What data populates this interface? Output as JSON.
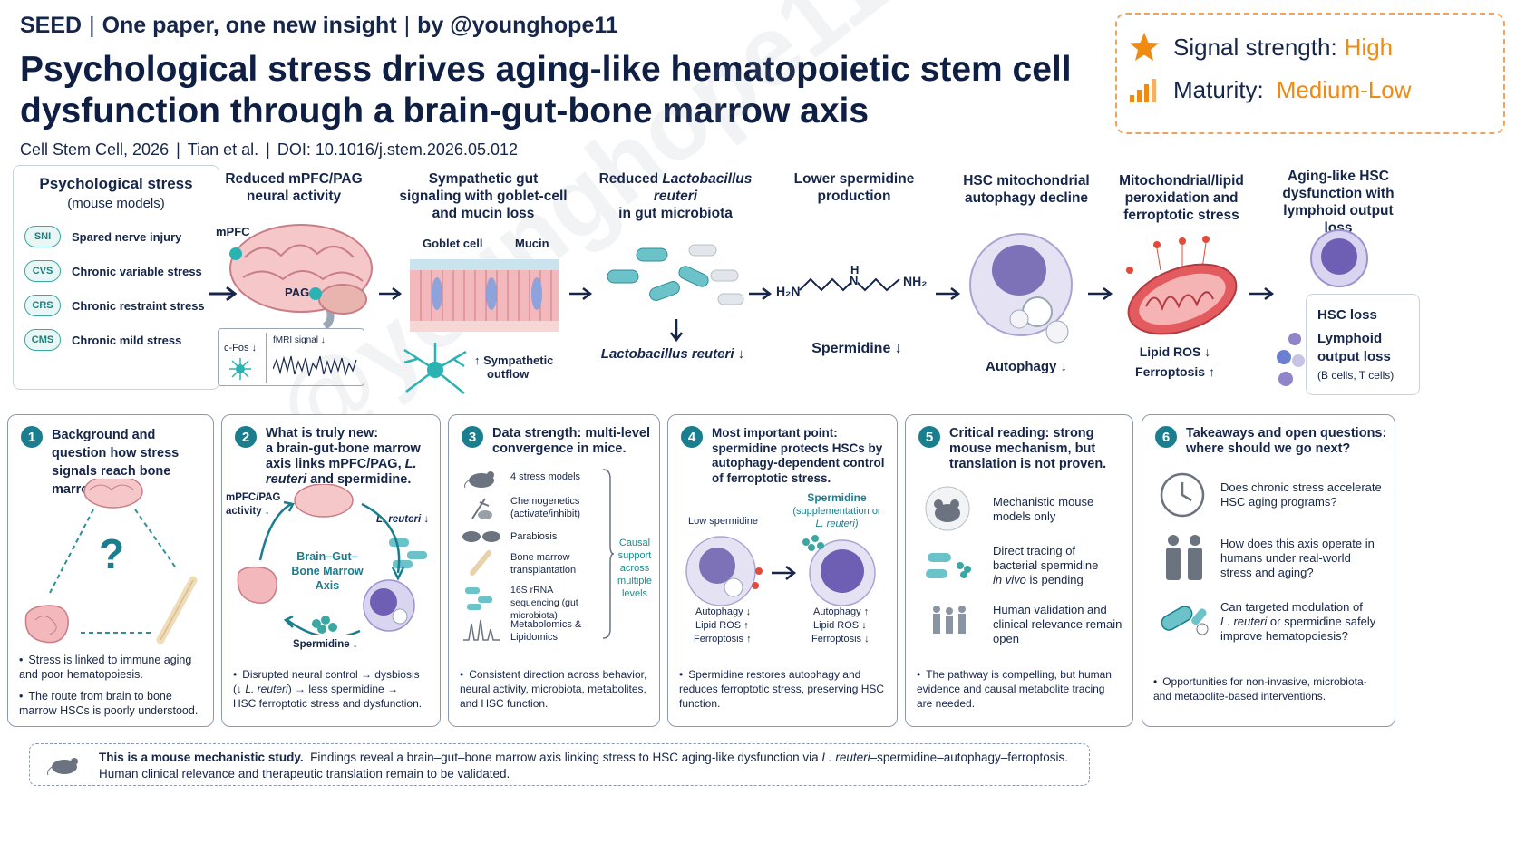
{
  "header": {
    "brand": "SEED",
    "tagline": "One paper, one new insight",
    "author": "by @younghope11",
    "title": "Psychological stress drives aging-like hematopoietic stem cell dysfunction through a brain-gut-bone marrow axis",
    "journal": "Cell Stem Cell, 2026",
    "authors": "Tian et al.",
    "doi": "DOI:  10.1016/j.stem.2026.05.012"
  },
  "signal": {
    "strength_label": "Signal strength:",
    "strength_value": "High",
    "maturity_label": "Maturity:",
    "maturity_value": "Medium-Low",
    "colors": {
      "accent": "#ef8a12",
      "border": "#f1a35d"
    }
  },
  "watermark": "@younghope11",
  "pathway": {
    "stress": {
      "title": "Psychological stress",
      "subtitle": "(mouse models)",
      "models": [
        {
          "code": "SNI",
          "label": "Spared nerve injury"
        },
        {
          "code": "CVS",
          "label": "Chronic variable stress"
        },
        {
          "code": "CRS",
          "label": "Chronic restraint stress"
        },
        {
          "code": "CMS",
          "label": "Chronic mild stress"
        }
      ]
    },
    "step1": {
      "title": "Reduced mPFC/PAG neural activity",
      "mpfc": "mPFC",
      "pag": "PAG",
      "cfos": "c-Fos ↓",
      "fmri": "fMRI signal ↓"
    },
    "step2": {
      "title": "Sympathetic gut signaling with goblet-cell and mucin loss",
      "goblet": "Goblet cell",
      "mucin": "Mucin",
      "outflow_a": "↑ Sympathetic",
      "outflow_b": "outflow"
    },
    "step3": {
      "title_a": "Reduced ",
      "title_em": "Lactobacillus reuteri",
      "title_b": "in gut microbiota",
      "result": "Lactobacillus reuteri ↓"
    },
    "step4": {
      "title": "Lower spermidine production",
      "left_group": "H₂N",
      "right_group": "NH₂",
      "nh": "N",
      "h": "H",
      "result": "Spermidine ↓"
    },
    "step5": {
      "title": "HSC mitochondrial autophagy decline",
      "result": "Autophagy ↓"
    },
    "step6": {
      "title": "Mitochondrial/lipid peroxidation and ferroptotic stress",
      "result_a": "Lipid ROS ↓",
      "result_b": "Ferroptosis ↑"
    },
    "step7": {
      "title": "Aging-like HSC dysfunction with lymphoid output loss",
      "hsc_loss": "HSC loss",
      "lymphoid_a": "Lymphoid",
      "lymphoid_b": "output loss",
      "cells": "(B cells, T cells)"
    }
  },
  "panels": [
    {
      "num": "1",
      "title": "Background and question how stress signals reach bone marrow HSCs.",
      "question": "?",
      "notes": [
        "Stress is linked to immune aging and poor hematopoiesis.",
        "The route from brain to bone marrow HSCs is poorly understood."
      ]
    },
    {
      "num": "2",
      "title_a": "What is truly new:",
      "title_b": "a brain-gut-bone marrow axis links mPFC/PAG, ",
      "title_em": "L. reuteri",
      "title_c": " and spermidine.",
      "mpfc": "mPFC/PAG",
      "activity": "activity ↓",
      "reuteri": "L. reuteri ↓",
      "axis_a": "Brain–Gut–",
      "axis_b": "Bone Marrow",
      "axis_c": "Axis",
      "spermidine": "Spermidine ↓",
      "note_a": "Disrupted neural control → dysbiosis",
      "note_b": "(↓ ",
      "note_em": "L. reuteri",
      "note_c": ") → less spermidine →",
      "note_d": "HSC ferroptotic stress and dysfunction."
    },
    {
      "num": "3",
      "title": "Data strength: multi-level convergence in mice.",
      "items": [
        "4 stress models",
        "Chemogenetics (activate/inhibit)",
        "Parabiosis",
        "Bone marrow transplantation",
        "16S rRNA sequencing (gut microbiota)",
        "Metabolomics & Lipidomics"
      ],
      "causal_a": "Causal",
      "causal_b": "support",
      "causal_c": "across",
      "causal_d": "multiple",
      "causal_e": "levels",
      "note": "Consistent direction across behavior, neural activity, microbiota, metabolites, and HSC function."
    },
    {
      "num": "4",
      "title": "Most important point: spermidine protects HSCs by autophagy-dependent control of ferroptotic stress.",
      "low": "Low spermidine",
      "high_a": "Spermidine",
      "high_b": "(supplementation or",
      "high_c": "L. reuteri)",
      "left_a": "Autophagy ↓",
      "left_b": "Lipid ROS ↑",
      "left_c": "Ferroptosis ↑",
      "right_a": "Autophagy ↑",
      "right_b": "Lipid ROS ↓",
      "right_c": "Ferroptosis ↓",
      "note": "Spermidine restores autophagy and reduces ferroptotic stress, preserving HSC function."
    },
    {
      "num": "5",
      "title": "Critical reading: strong mouse mechanism, but translation is not proven.",
      "item1": "Mechanistic mouse models only",
      "item2_a": "Direct tracing of bacterial spermidine",
      "item2_em": "in vivo",
      "item2_b": " is pending",
      "item3": "Human validation and clinical relevance remain open",
      "note": "The pathway is compelling, but human evidence and causal metabolite tracing are needed."
    },
    {
      "num": "6",
      "title": "Takeaways and open questions: where should we go next?",
      "q1": "Does chronic stress accelerate HSC aging programs?",
      "q2": "How does this axis operate in humans under real-world stress and aging?",
      "q3_a": "Can targeted modulation of",
      "q3_em": "L. reuteri",
      "q3_b": " or spermidine safely improve hematopoiesis?",
      "note": "Opportunities for non-invasive, microbiota- and metabolite-based interventions."
    }
  ],
  "footer": {
    "bold": "This is a mouse mechanistic study.",
    "text_a": "Findings reveal a brain–gut–bone marrow axis linking stress to HSC aging-like dysfunction via ",
    "text_em": "L. reuteri",
    "text_b": "–spermidine–autophagy–ferroptosis.",
    "line2": "Human clinical relevance and therapeutic translation remain to be validated."
  }
}
